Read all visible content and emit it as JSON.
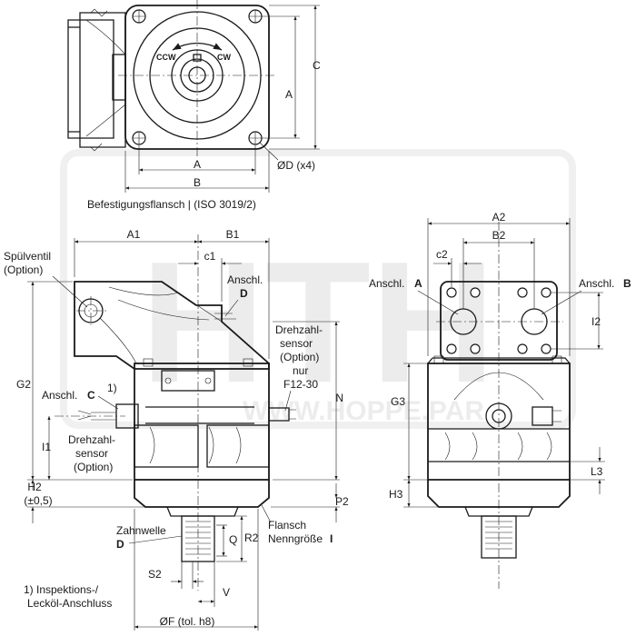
{
  "watermark": {
    "logo_text": "HTH",
    "url": "WWW.HOPPE.PAR"
  },
  "top_view": {
    "caption": "Befestigungsflansch | (ISO 3019/2)",
    "rotation": {
      "ccw": "CCW",
      "cw": "CW"
    },
    "dims": {
      "A_horizontal": "A",
      "B": "B",
      "A_vertical": "A",
      "C": "C",
      "hole": "ØD (x4)"
    }
  },
  "side_view": {
    "dims": {
      "A1": "A1",
      "B1": "B1",
      "c1": "c1",
      "G2": "G2",
      "I1": "I1",
      "H2": "H2",
      "H2_tol": "(±0,5)",
      "N": "N",
      "P2": "P2",
      "R2": "R2",
      "Q": "Q",
      "S2": "S2",
      "V": "V",
      "F": "ØF (tol. h8)"
    },
    "labels": {
      "spuelventil": "Spülventil",
      "spuelventil_option": "(Option)",
      "anschl_d_prefix": "Anschl.",
      "anschl_d_letter": "D",
      "anschl_c_prefix": "Anschl.",
      "anschl_c_letter": "C",
      "footnote_ref": "1)",
      "drehzahl_left_1": "Drehzahl-",
      "drehzahl_left_2": "sensor",
      "drehzahl_left_3": "(Option)",
      "drehzahl_right_1": "Drehzahl-",
      "drehzahl_right_2": "sensor",
      "drehzahl_right_3": "(Option)",
      "drehzahl_right_4": "nur",
      "drehzahl_right_5": "F12-30",
      "zahnwelle": "Zahnwelle",
      "zahnwelle_letter": "D",
      "flansch_1": "Flansch",
      "flansch_2_prefix": "Nenngröße",
      "flansch_2_letter": "I",
      "footnote_1": "1) Inspektions-/",
      "footnote_2": "Lecköl-Anschluss"
    }
  },
  "end_view": {
    "dims": {
      "A2": "A2",
      "B2": "B2",
      "c2": "c2",
      "I2": "I2",
      "G3": "G3",
      "L3": "L3",
      "H3": "H3"
    },
    "labels": {
      "anschl_a_prefix": "Anschl.",
      "anschl_a_letter": "A",
      "anschl_b_prefix": "Anschl.",
      "anschl_b_letter": "B"
    }
  }
}
